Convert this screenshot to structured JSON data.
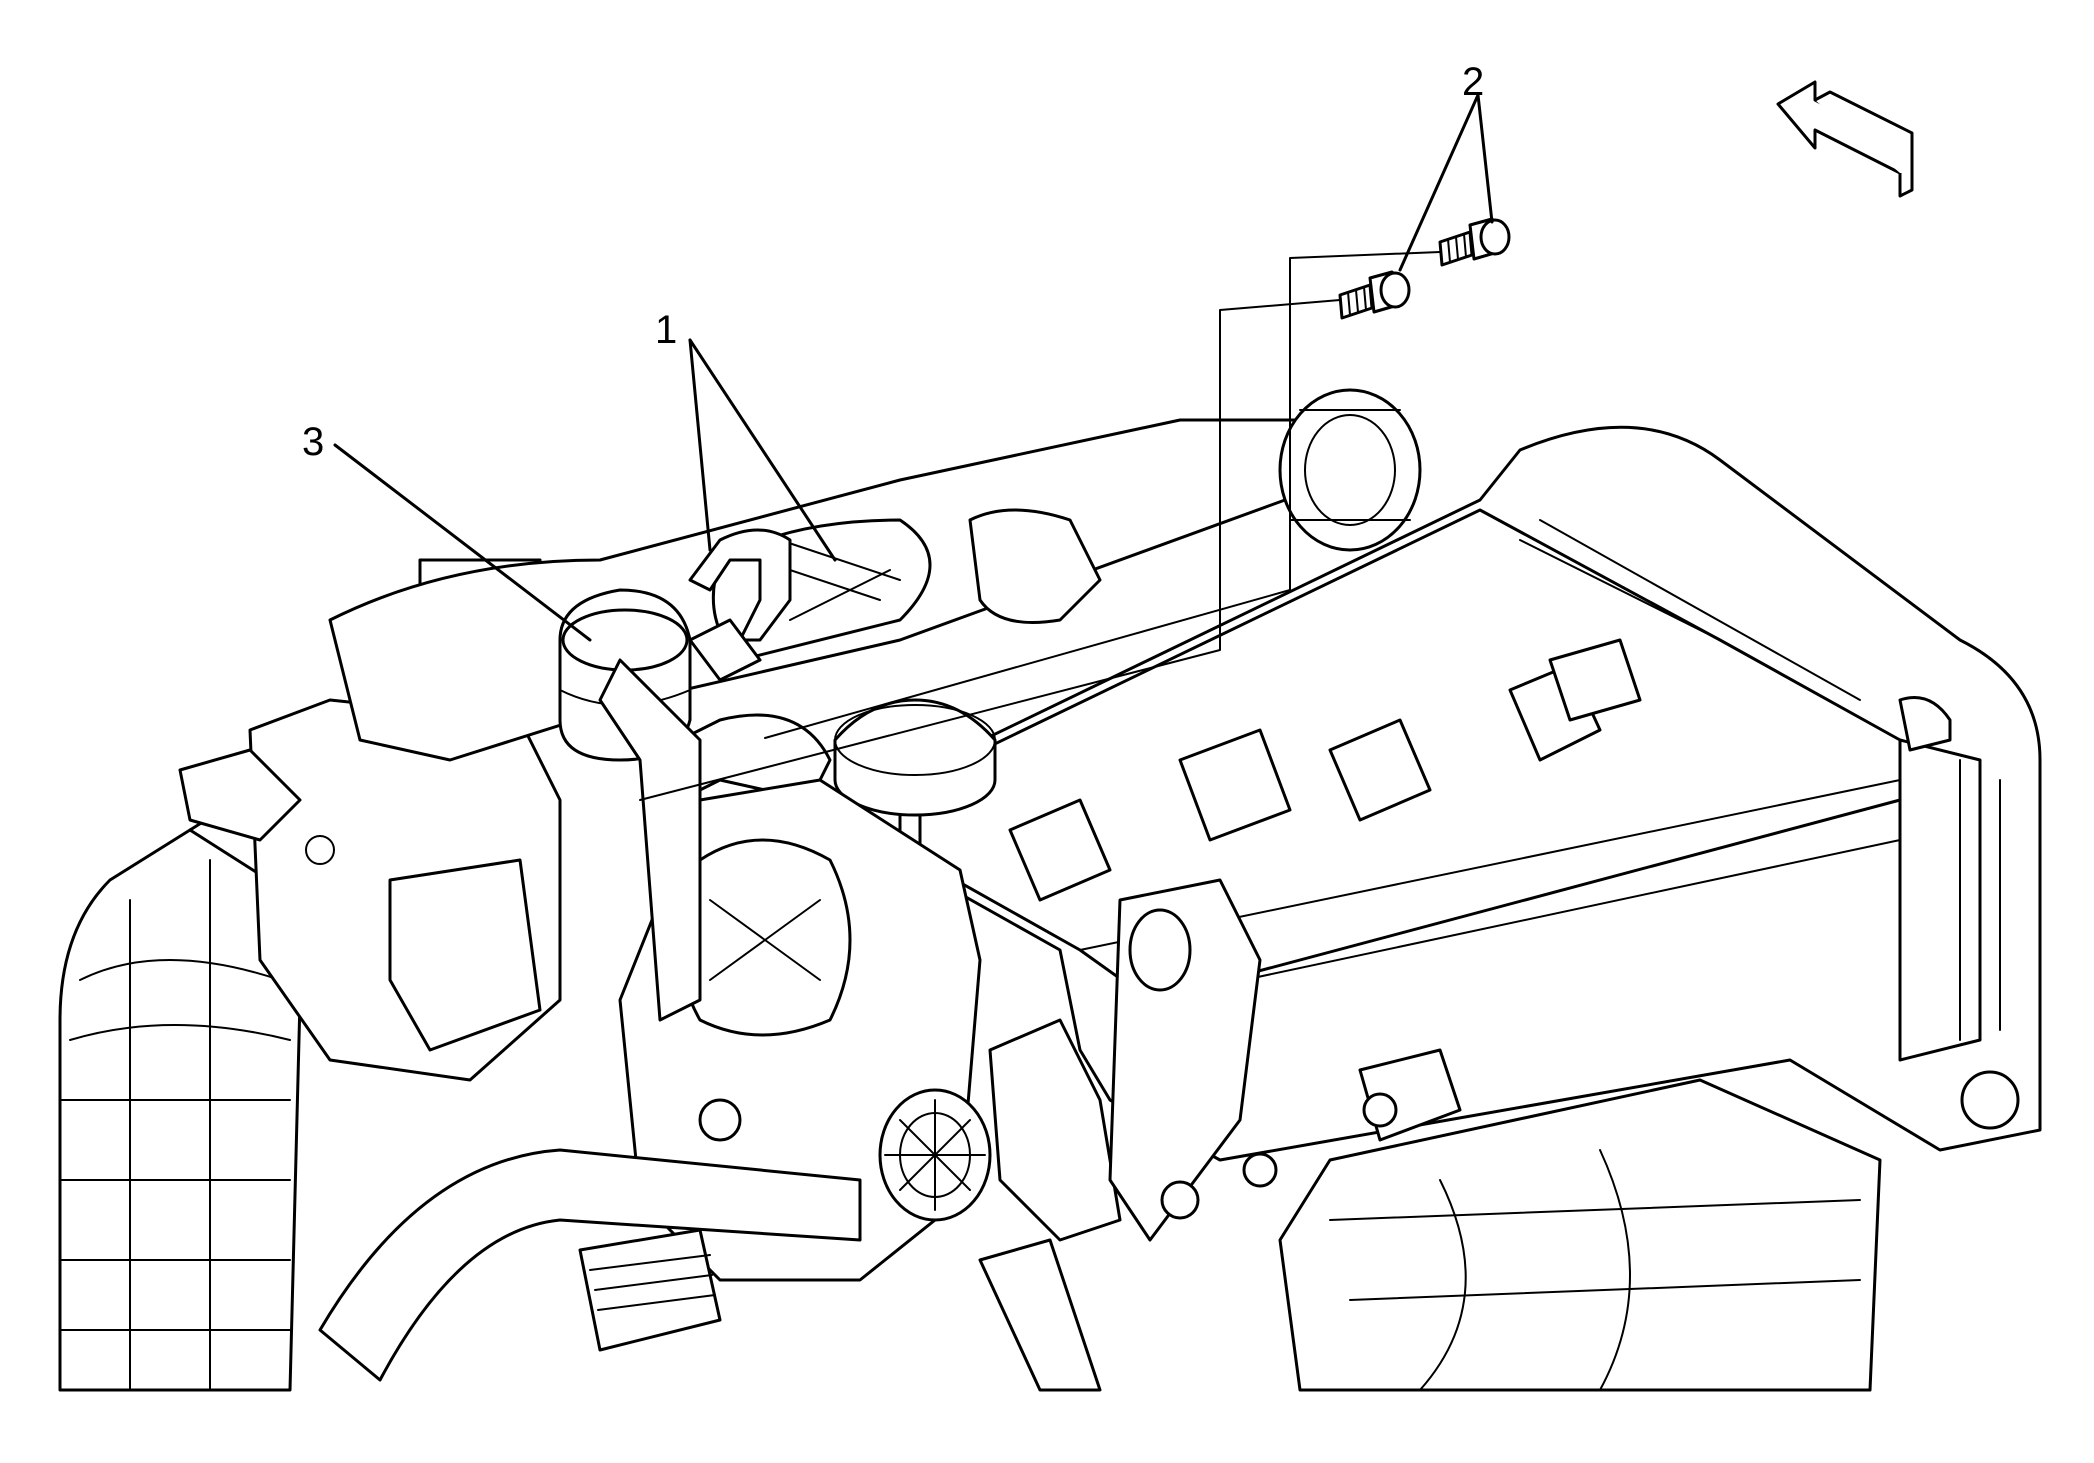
{
  "callouts": [
    {
      "id": "1",
      "label": "1"
    },
    {
      "id": "2",
      "label": "2"
    },
    {
      "id": "3",
      "label": "3"
    }
  ],
  "icons": {
    "view_direction": "arrow-icon"
  },
  "colors": {
    "line": "#000000",
    "background": "#ffffff"
  }
}
